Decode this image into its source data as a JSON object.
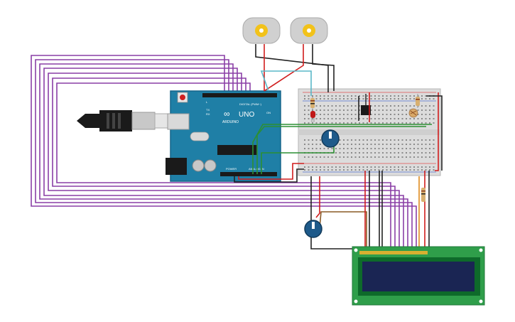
{
  "arduino": {
    "brand": "ARDUINO",
    "model": "UNO",
    "digital_header": "DIGITAL (PWM~)",
    "power_label": "POWER",
    "analog_label": "ANALOG IN",
    "tx_label": "TX",
    "rx_label": "RX",
    "l_label": "L",
    "on_label": "ON"
  },
  "colors": {
    "arduino_board": "#1f7fa6",
    "breadboard": "#dcdcdc",
    "lcd_board": "#2f9e4a",
    "lcd_screen": "#1a2553",
    "wire_purple": "#8a3fa6",
    "wire_red": "#d01c1c",
    "wire_black": "#222222",
    "wire_green": "#2c8f33",
    "wire_cyan": "#5ab8c8",
    "wire_brown": "#8a5a25",
    "wire_orange": "#e08a1e",
    "pot_knob": "#1e5a8a"
  },
  "icons": {
    "usb_cable": "usb-cable-icon",
    "dc_motor": "dc-motor-icon",
    "potentiometer": "potentiometer-icon",
    "led": "red-led-icon",
    "resistor": "resistor-icon",
    "photoresistor": "photoresistor-icon",
    "transistor": "transistor-icon"
  }
}
